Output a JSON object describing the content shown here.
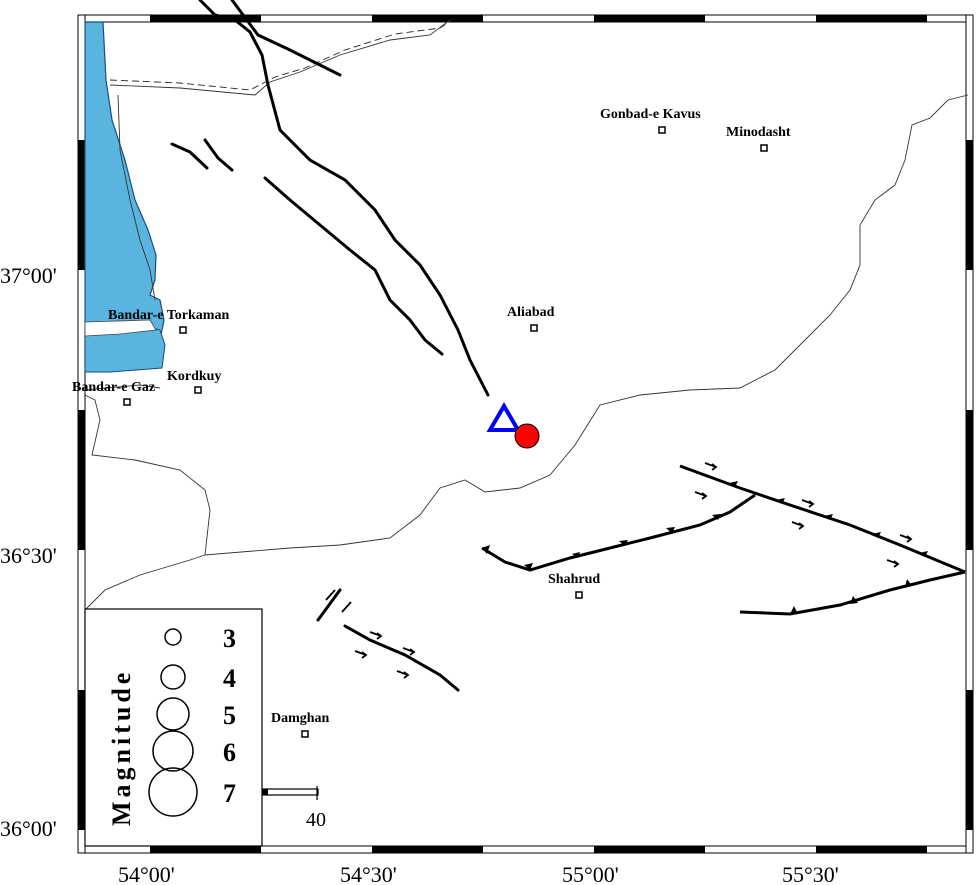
{
  "axes": {
    "lat_labels": [
      "37°00'",
      "36°30'",
      "36°00'"
    ],
    "lon_labels": [
      "54°00'",
      "54°30'",
      "55°00'",
      "55°30'"
    ]
  },
  "cities": [
    {
      "name": "Gonbad-e Kavus"
    },
    {
      "name": "Minodasht"
    },
    {
      "name": "Bandar-e Torkaman"
    },
    {
      "name": "Aliabad"
    },
    {
      "name": "Kordkuy"
    },
    {
      "name": "Bandar-e Gaz"
    },
    {
      "name": "Shahrud"
    },
    {
      "name": "Damghan"
    }
  ],
  "legend": {
    "title": "Magnitude",
    "magnitudes": [
      "3",
      "4",
      "5",
      "6",
      "7"
    ]
  },
  "scale_bar": {
    "value": "40"
  },
  "markers": {
    "epicenter_color": "#ff0000",
    "station_color": "#0000ff"
  },
  "colors": {
    "sea": "#5ab4e0",
    "fault": "#000000"
  }
}
